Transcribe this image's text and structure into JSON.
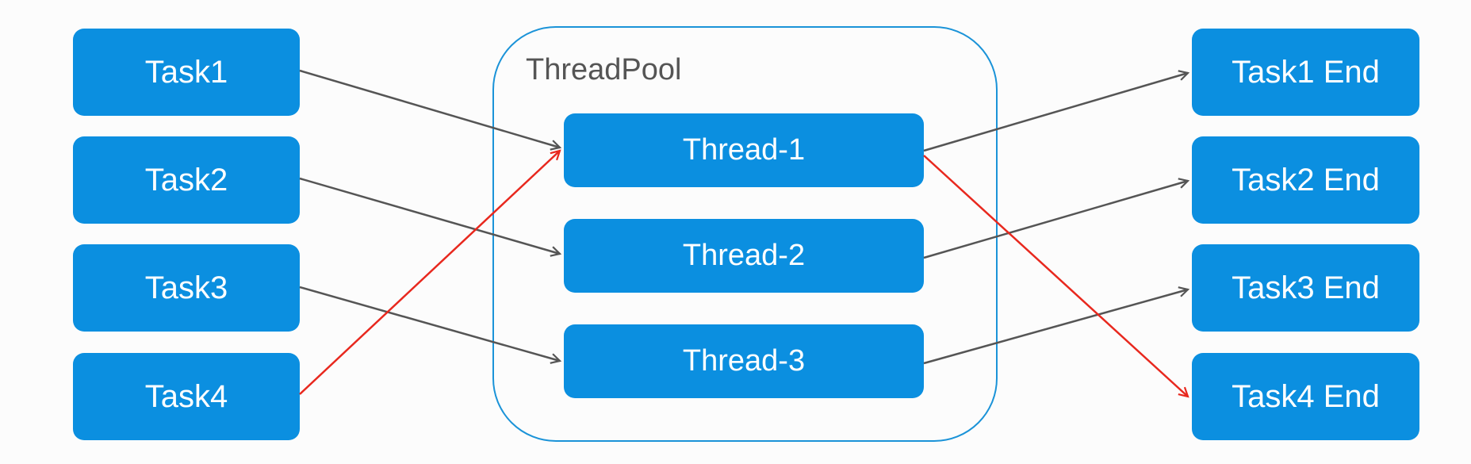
{
  "pool": {
    "label": "ThreadPool"
  },
  "tasks": [
    "Task1",
    "Task2",
    "Task3",
    "Task4"
  ],
  "threads": [
    "Thread-1",
    "Thread-2",
    "Thread-3"
  ],
  "ends": [
    "Task1 End",
    "Task2 End",
    "Task3 End",
    "Task4 End"
  ],
  "colors": {
    "box": "#0b8fe0",
    "pool_border": "#1b93d8",
    "arrow_gray": "#555555",
    "arrow_red": "#e8281e"
  }
}
